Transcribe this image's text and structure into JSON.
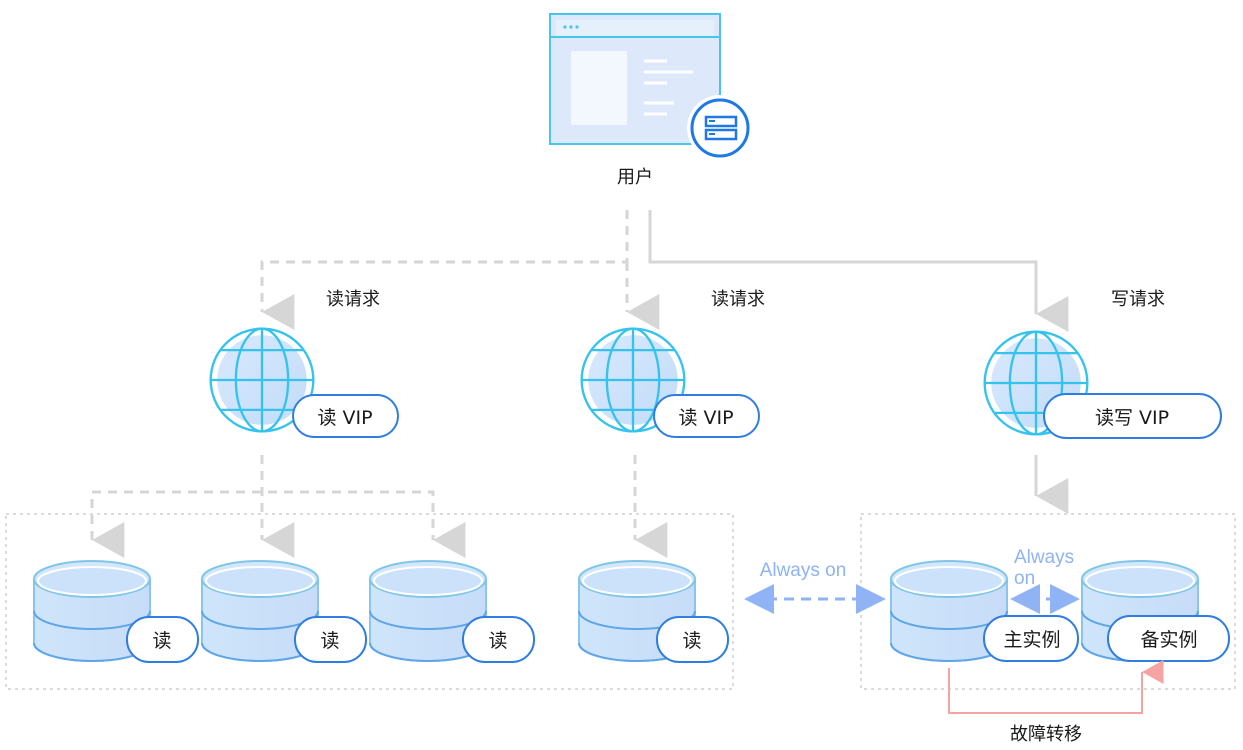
{
  "user": {
    "label": "用户",
    "icon": "browser-with-server-icon"
  },
  "requests": [
    {
      "label": "读请求",
      "vip": "读 VIP"
    },
    {
      "label": "读请求",
      "vip": "读 VIP"
    },
    {
      "label": "写请求",
      "vip": "读写 VIP"
    }
  ],
  "read_replicas": [
    {
      "label": "读"
    },
    {
      "label": "读"
    },
    {
      "label": "读"
    },
    {
      "label": "读"
    }
  ],
  "primary": {
    "label": "主实例"
  },
  "standby": {
    "label": "备实例"
  },
  "sync_labels": {
    "outer": "Always on",
    "inner_line1": "Always",
    "inner_line2": "on"
  },
  "failover": {
    "label": "故障转移"
  },
  "colors": {
    "accent": "#2f7de1",
    "sync": "#8fb3f5",
    "failover": "#f5a3a3",
    "connector": "#d6d6d6"
  }
}
